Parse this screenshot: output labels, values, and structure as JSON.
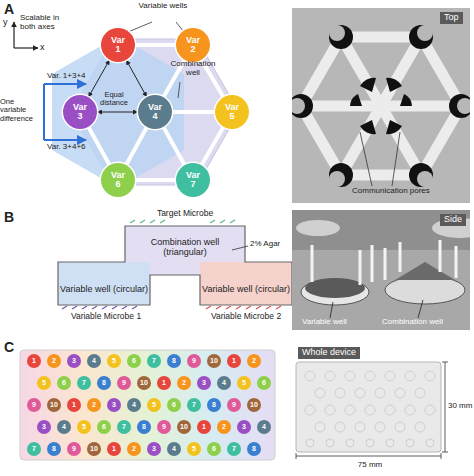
{
  "diagram": {
    "nodes": [
      {
        "text": [
          "Var 1"
        ]
      },
      {
        "text": [
          "Var 2"
        ]
      },
      {
        "text": [
          "Var 3"
        ]
      },
      {
        "text": [
          "Var 4"
        ]
      },
      {
        "text": [
          "Var 5"
        ]
      },
      {
        "text": [
          "Var 6"
        ]
      },
      {
        "text": [
          "Var 7"
        ]
      },
      {
        "text": [
          "Combination well (triangular)"
        ]
      },
      {
        "text": [
          "Variable well (circular)"
        ]
      },
      {
        "text": [
          "Variable well (circular)"
        ]
      }
    ],
    "edges": [
      {
        "from": 0,
        "to": 2,
        "arrow": "both"
      },
      {
        "from": 0,
        "to": 3,
        "arrow": "both"
      },
      {
        "from": 2,
        "to": 3,
        "arrow": "both"
      },
      {
        "from": 0,
        "to": 1,
        "arrow": "none"
      },
      {
        "from": 1,
        "to": 4,
        "arrow": "none"
      },
      {
        "from": 4,
        "to": 6,
        "arrow": "none"
      },
      {
        "from": 5,
        "to": 6,
        "arrow": "none"
      },
      {
        "from": 2,
        "to": 5,
        "arrow": "none"
      },
      {
        "from": 1,
        "to": 3,
        "arrow": "none"
      },
      {
        "from": 3,
        "to": 4,
        "arrow": "none"
      },
      {
        "from": 3,
        "to": 6,
        "arrow": "none"
      },
      {
        "from": 3,
        "to": 5,
        "arrow": "none"
      }
    ],
    "labels": [
      "A",
      "y",
      "x",
      "Scalable in both axes",
      "Variable wells",
      "Combination well",
      "Equal distance",
      "Var. 1+3+4",
      "One variable difference",
      "Var. 3+4+6",
      "Top",
      "Communication pores",
      "B",
      "Target Microbe",
      "2% Agar",
      "Variable Microbe 1",
      "Variable Microbe 2",
      "Side",
      "Variable well",
      "Combination well",
      "C",
      "Whole device",
      "30 mm",
      "75 mm",
      "1",
      "2",
      "3",
      "4",
      "5",
      "6",
      "7",
      "8",
      "9",
      "10",
      "1",
      "2",
      "5",
      "6",
      "7",
      "8",
      "9",
      "10",
      "1",
      "2",
      "3",
      "4",
      "5",
      "6",
      "9",
      "10",
      "1",
      "2",
      "3",
      "4",
      "5",
      "6",
      "7",
      "8",
      "9",
      "10",
      "3",
      "4",
      "5",
      "6",
      "7",
      "8",
      "9",
      "10",
      "1",
      "2",
      "3",
      "4",
      "7",
      "8",
      "9",
      "10",
      "1",
      "2",
      "3",
      "4",
      "5",
      "6",
      "7",
      "8"
    ]
  }
}
